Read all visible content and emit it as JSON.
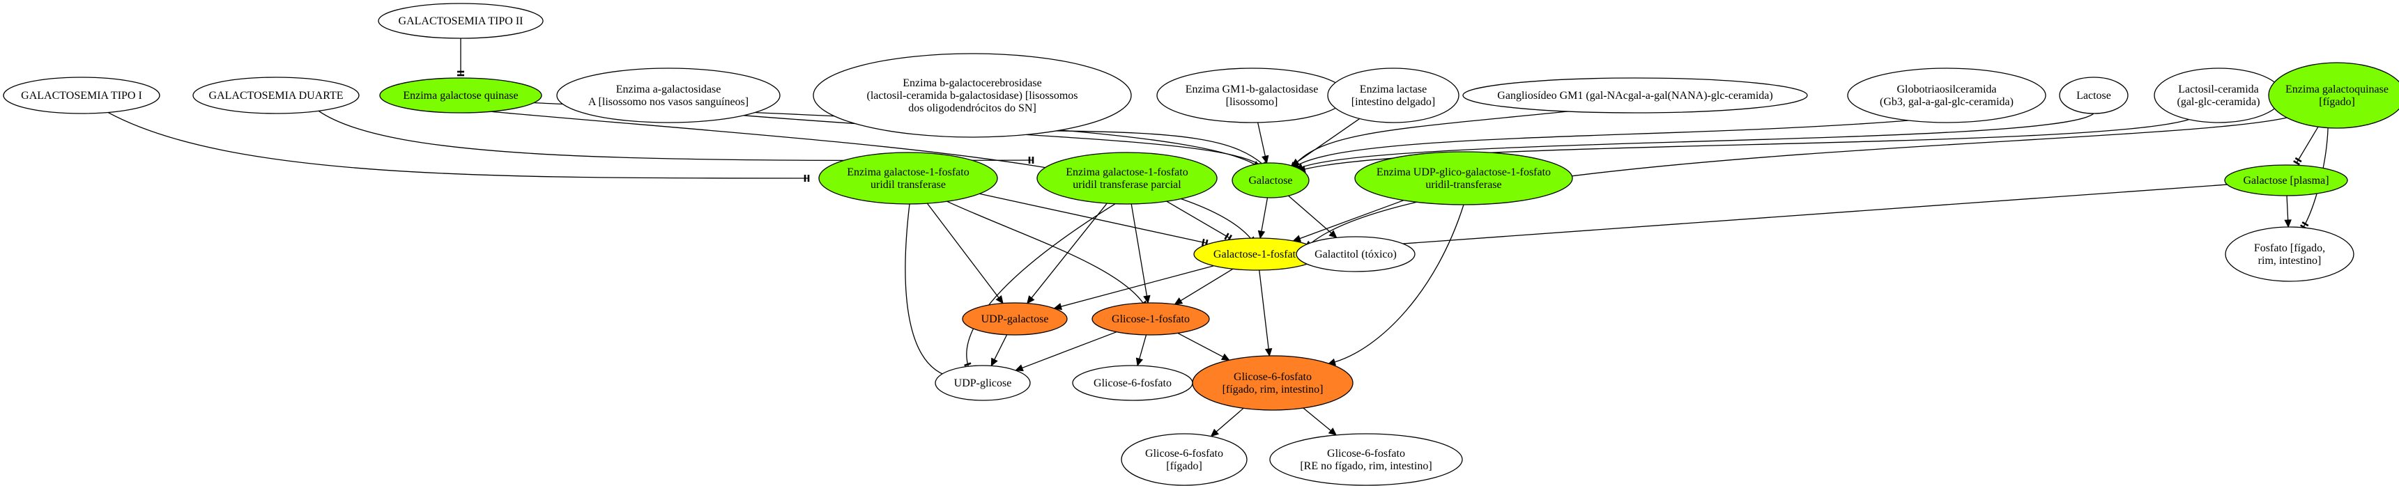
{
  "colors": {
    "green": "#7cfc00",
    "yellow": "#ffff00",
    "orange": "#ff7f24",
    "white": "#ffffff"
  },
  "nodes": {
    "galactosemia_tipo_ii": {
      "lines": [
        "GALACTOSEMIA TIPO II"
      ],
      "fill": "white"
    },
    "galactosemia_tipo_i": {
      "lines": [
        "GALACTOSEMIA TIPO I"
      ],
      "fill": "white"
    },
    "galactosemia_duarte": {
      "lines": [
        "GALACTOSEMIA DUARTE"
      ],
      "fill": "white"
    },
    "enzima_galactose_quinase": {
      "lines": [
        "Enzima galactose quinase"
      ],
      "fill": "green"
    },
    "enzima_a_galactosidase": {
      "lines": [
        "Enzima a-galactosidase",
        "A [lisossomo nos vasos sanguíneos]"
      ],
      "fill": "white"
    },
    "enzima_b_galactocerebrosidase": {
      "lines": [
        "Enzima b-galactocerebrosidase",
        "(lactosil-ceramida b-galactosidase) [lisossomos",
        "dos oligodendrócitos do SN]"
      ],
      "fill": "white"
    },
    "enzima_gm1": {
      "lines": [
        "Enzima GM1-b-galactosidase",
        "[lisossomo]"
      ],
      "fill": "white"
    },
    "enzima_lactase": {
      "lines": [
        "Enzima lactase",
        "[intestino delgado]"
      ],
      "fill": "white"
    },
    "gangliosideo_gm1": {
      "lines": [
        "Gangliosídeo GM1 (gal-NAcgal-a-gal(NANA)-glc-ceramida)"
      ],
      "fill": "white"
    },
    "globotriaosilceramida": {
      "lines": [
        "Globotriaosilceramida",
        "(Gb3, gal-a-gal-glc-ceramida)"
      ],
      "fill": "white"
    },
    "lactose": {
      "lines": [
        "Lactose"
      ],
      "fill": "white"
    },
    "lactosil_ceramida": {
      "lines": [
        "Lactosil-ceramida",
        "(gal-glc-ceramida)"
      ],
      "fill": "white"
    },
    "enzima_galactoquinase": {
      "lines": [
        "Enzima galactoquinase",
        "[fígado]"
      ],
      "fill": "green"
    },
    "enzima_gal1p_uridil": {
      "lines": [
        "Enzima galactose-1-fosfato",
        "uridil transferase"
      ],
      "fill": "green"
    },
    "enzima_gal1p_parcial": {
      "lines": [
        "Enzima galactose-1-fosfato",
        "uridil transferase parcial"
      ],
      "fill": "green"
    },
    "galactose": {
      "lines": [
        "Galactose"
      ],
      "fill": "green"
    },
    "enzima_udp_glico": {
      "lines": [
        "Enzima UDP-glico-galactose-1-fosfato",
        "uridil-transferase"
      ],
      "fill": "green"
    },
    "galactose_plasma": {
      "lines": [
        "Galactose [plasma]"
      ],
      "fill": "green"
    },
    "galactose_1_fosfato": {
      "lines": [
        "Galactose-1-fosfato"
      ],
      "fill": "yellow"
    },
    "galactitol": {
      "lines": [
        "Galactitol (tóxico)"
      ],
      "fill": "white"
    },
    "fosfato": {
      "lines": [
        "Fosfato [fígado,",
        "rim, intestino]"
      ],
      "fill": "white"
    },
    "udp_galactose": {
      "lines": [
        "UDP-galactose"
      ],
      "fill": "orange"
    },
    "glicose_1_fosfato": {
      "lines": [
        "Glicose-1-fosfato"
      ],
      "fill": "orange"
    },
    "glicose_6_fosfato_main": {
      "lines": [
        "Glicose-6-fosfato",
        "[fígado, rim, intestino]"
      ],
      "fill": "orange"
    },
    "udp_glicose": {
      "lines": [
        "UDP-glicose"
      ],
      "fill": "white"
    },
    "glicose_6_fosfato_plain": {
      "lines": [
        "Glicose-6-fosfato"
      ],
      "fill": "white"
    },
    "glicose_6_fosfato_figado": {
      "lines": [
        "Glicose-6-fosfato",
        "[fígado]"
      ],
      "fill": "white"
    },
    "glicose_6_fosfato_re": {
      "lines": [
        "Glicose-6-fosfato",
        "[RE no fígado, rim, intestino]"
      ],
      "fill": "white"
    }
  },
  "edges": [
    {
      "from": "galactosemia_tipo_ii",
      "to": "enzima_galactose_quinase",
      "type": "inhibit"
    },
    {
      "from": "galactosemia_tipo_i",
      "to": "enzima_gal1p_uridil",
      "type": "inhibit"
    },
    {
      "from": "galactosemia_duarte",
      "to": "enzima_gal1p_parcial",
      "type": "inhibit"
    },
    {
      "from": "enzima_galactose_quinase",
      "to": "galactose",
      "type": "arrow"
    },
    {
      "from": "enzima_galactose_quinase",
      "to": "galactose_1_fosfato",
      "type": "arrow"
    },
    {
      "from": "enzima_a_galactosidase",
      "to": "galactose",
      "type": "arrow"
    },
    {
      "from": "enzima_b_galactocerebrosidase",
      "to": "galactose",
      "type": "arrow"
    },
    {
      "from": "enzima_gm1",
      "to": "galactose",
      "type": "arrow"
    },
    {
      "from": "enzima_lactase",
      "to": "galactose",
      "type": "arrow"
    },
    {
      "from": "gangliosideo_gm1",
      "to": "galactose",
      "type": "arrow"
    },
    {
      "from": "globotriaosilceramida",
      "to": "galactose",
      "type": "arrow"
    },
    {
      "from": "lactose",
      "to": "galactose",
      "type": "arrow"
    },
    {
      "from": "lactosil_ceramida",
      "to": "galactose",
      "type": "arrow"
    },
    {
      "from": "enzima_galactoquinase",
      "to": "galactose_plasma",
      "type": "inhibit"
    },
    {
      "from": "enzima_galactoquinase",
      "to": "fosfato",
      "type": "inhibit"
    },
    {
      "from": "enzima_galactoquinase",
      "to": "galactose_1_fosfato",
      "type": "arrow"
    },
    {
      "from": "galactose_plasma",
      "to": "galactose_1_fosfato",
      "type": "arrow"
    },
    {
      "from": "galactose_plasma",
      "to": "fosfato",
      "type": "arrow"
    },
    {
      "from": "enzima_gal1p_uridil",
      "to": "galactose_1_fosfato",
      "type": "inhibit"
    },
    {
      "from": "enzima_gal1p_uridil",
      "to": "udp_galactose",
      "type": "arrow"
    },
    {
      "from": "enzima_gal1p_uridil",
      "to": "glicose_1_fosfato",
      "type": "arrow"
    },
    {
      "from": "enzima_gal1p_uridil",
      "to": "udp_glicose",
      "type": "inhibit"
    },
    {
      "from": "enzima_gal1p_parcial",
      "to": "galactose_1_fosfato",
      "type": "inhibit"
    },
    {
      "from": "enzima_gal1p_parcial",
      "to": "udp_galactose",
      "type": "arrow"
    },
    {
      "from": "enzima_gal1p_parcial",
      "to": "glicose_1_fosfato",
      "type": "arrow"
    },
    {
      "from": "enzima_gal1p_parcial",
      "to": "udp_glicose",
      "type": "inhibit"
    },
    {
      "from": "galactose",
      "to": "galactose_1_fosfato",
      "type": "arrow"
    },
    {
      "from": "galactose",
      "to": "galactitol",
      "type": "arrow"
    },
    {
      "from": "enzima_udp_glico",
      "to": "galactose_1_fosfato",
      "type": "arrow"
    },
    {
      "from": "enzima_udp_glico",
      "to": "glicose_6_fosfato_main",
      "type": "arrow"
    },
    {
      "from": "galactose_1_fosfato",
      "to": "udp_galactose",
      "type": "arrow"
    },
    {
      "from": "galactose_1_fosfato",
      "to": "glicose_1_fosfato",
      "type": "arrow"
    },
    {
      "from": "galactose_1_fosfato",
      "to": "glicose_6_fosfato_main",
      "type": "arrow"
    },
    {
      "from": "udp_galactose",
      "to": "udp_glicose",
      "type": "arrow"
    },
    {
      "from": "glicose_1_fosfato",
      "to": "udp_glicose",
      "type": "arrow"
    },
    {
      "from": "glicose_1_fosfato",
      "to": "glicose_6_fosfato_plain",
      "type": "arrow"
    },
    {
      "from": "glicose_1_fosfato",
      "to": "glicose_6_fosfato_main",
      "type": "arrow"
    },
    {
      "from": "glicose_6_fosfato_main",
      "to": "glicose_6_fosfato_figado",
      "type": "arrow"
    },
    {
      "from": "glicose_6_fosfato_main",
      "to": "glicose_6_fosfato_re",
      "type": "arrow"
    }
  ]
}
